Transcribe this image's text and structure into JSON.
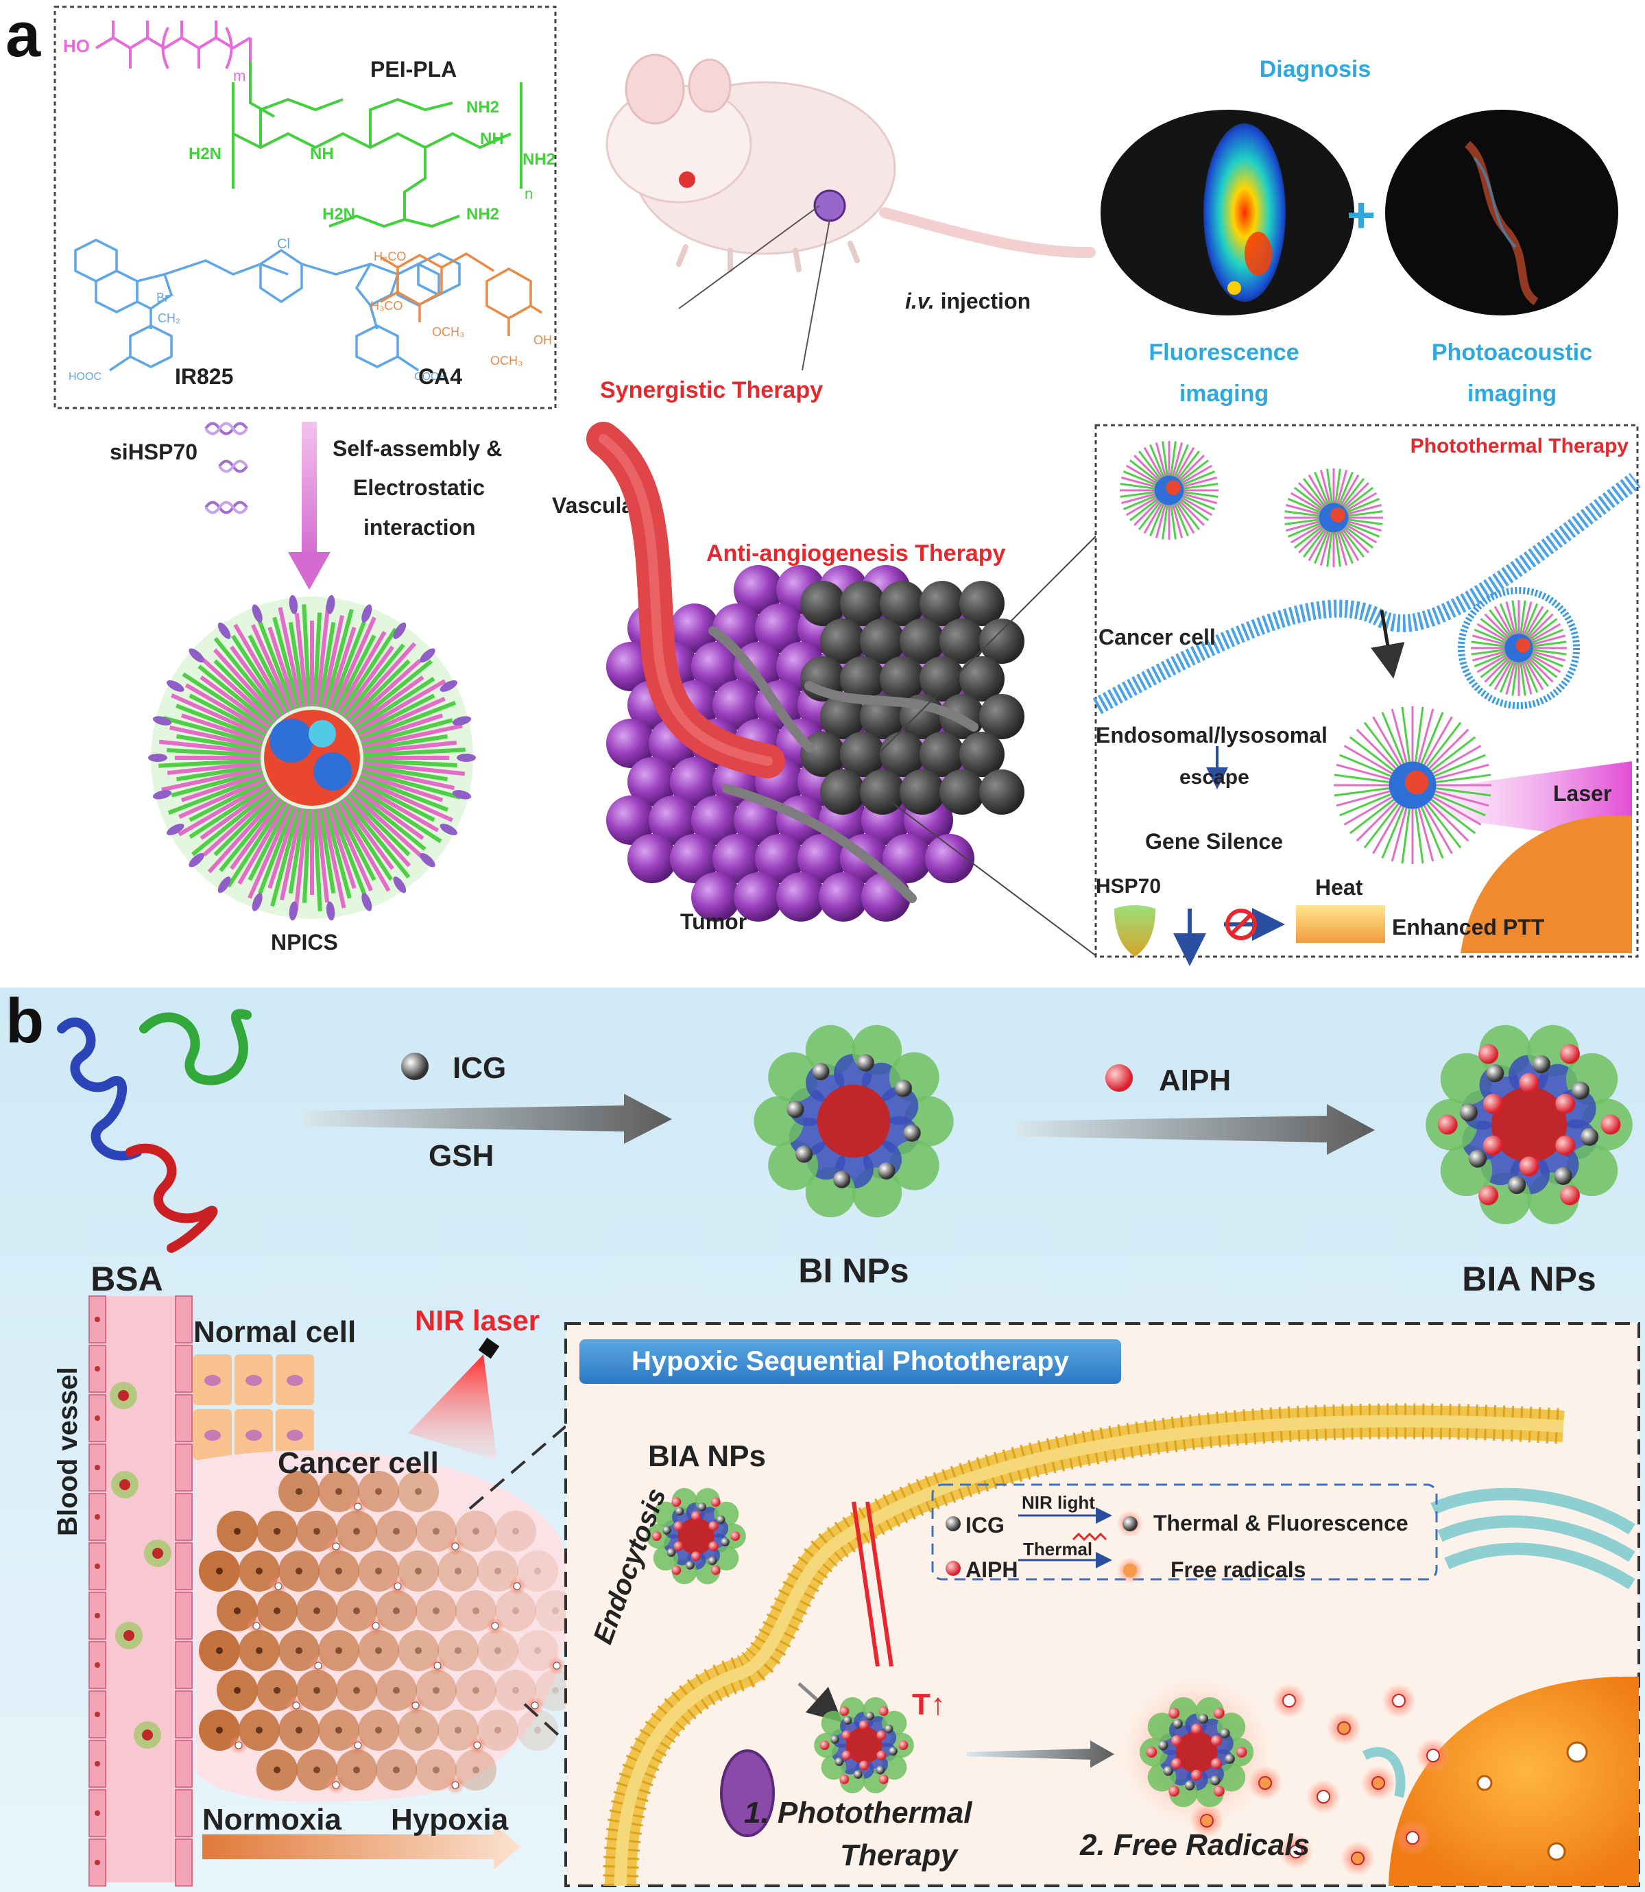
{
  "panel_a": {
    "label": "a",
    "chem": {
      "pei_pla": "PEI-PLA",
      "ir825": "IR825",
      "ca4": "CA4",
      "atoms": {
        "ho": "HO",
        "m": "m",
        "n": "n",
        "nh": "NH",
        "nh2": "NH2",
        "h2n": "H2N",
        "n_atom": "N",
        "cl": "Cl",
        "br": "Br⁻",
        "ch2": "CH₂",
        "hooc": "HOOC",
        "cooh": "COOH",
        "h3co": "H₃CO",
        "och3": "OCH₃",
        "oh": "OH"
      }
    },
    "sihsp70": "siHSP70",
    "self_assembly_1": "Self-assembly &",
    "self_assembly_2": "Electrostatic",
    "self_assembly_3": "interaction",
    "npics": "NPICS",
    "diagnosis": "Diagnosis",
    "iv_injection_italic": "i.v.",
    "iv_injection": " injection",
    "fluorescence_1": "Fluorescence",
    "fluorescence_2": "imaging",
    "photoacoustic_1": "Photoacoustic",
    "photoacoustic_2": "imaging",
    "plus": "+",
    "synergistic": "Synergistic Therapy",
    "vascular": "Vascular",
    "anti_angio": "Anti-angiogenesis Therapy",
    "tumor": "Tumor",
    "ptt": "Photothermal Therapy",
    "cancer_cell": "Cancer cell",
    "endosomal": "Endosomal/lysosomal",
    "escape": "escape",
    "gene_silence": "Gene Silence",
    "laser": "Laser",
    "hsp70": "HSP70",
    "heat": "Heat",
    "enhanced_ptt": "Enhanced PTT"
  },
  "panel_b": {
    "label": "b",
    "icg": "ICG",
    "gsh": "GSH",
    "aiph": "AIPH",
    "bsa": "BSA",
    "bi_nps": "BI NPs",
    "bia_nps": "BIA NPs",
    "blood_vessel": "Blood vessel",
    "normal_cell": "Normal cell",
    "nir_laser": "NIR laser",
    "cancer_cell": "Cancer cell",
    "normoxia": "Normoxia",
    "hypoxia": "Hypoxia",
    "hsp_title": "Hypoxic Sequential Phototherapy",
    "bia_nps_inset": "BIA NPs",
    "endocytosis": "Endocytosis",
    "legend_icg": "ICG",
    "legend_nir_light": "NIR light",
    "legend_thermal_fluor": "Thermal & Fluorescence",
    "legend_aiph": "AIPH",
    "legend_thermal": "Thermal",
    "legend_free_radicals": "Free radicals",
    "t_up": "T↑",
    "step1_a": "1. Photothermal",
    "step1_b": "Therapy",
    "step2": "2. Free Radicals"
  },
  "colors": {
    "accent_red": "#e8262b",
    "accent_cyan": "#2ea9df",
    "tumor_purple": "#9a3fbe",
    "vessel_red": "#e0454a",
    "membrane_yellow": "#f0c44a"
  }
}
